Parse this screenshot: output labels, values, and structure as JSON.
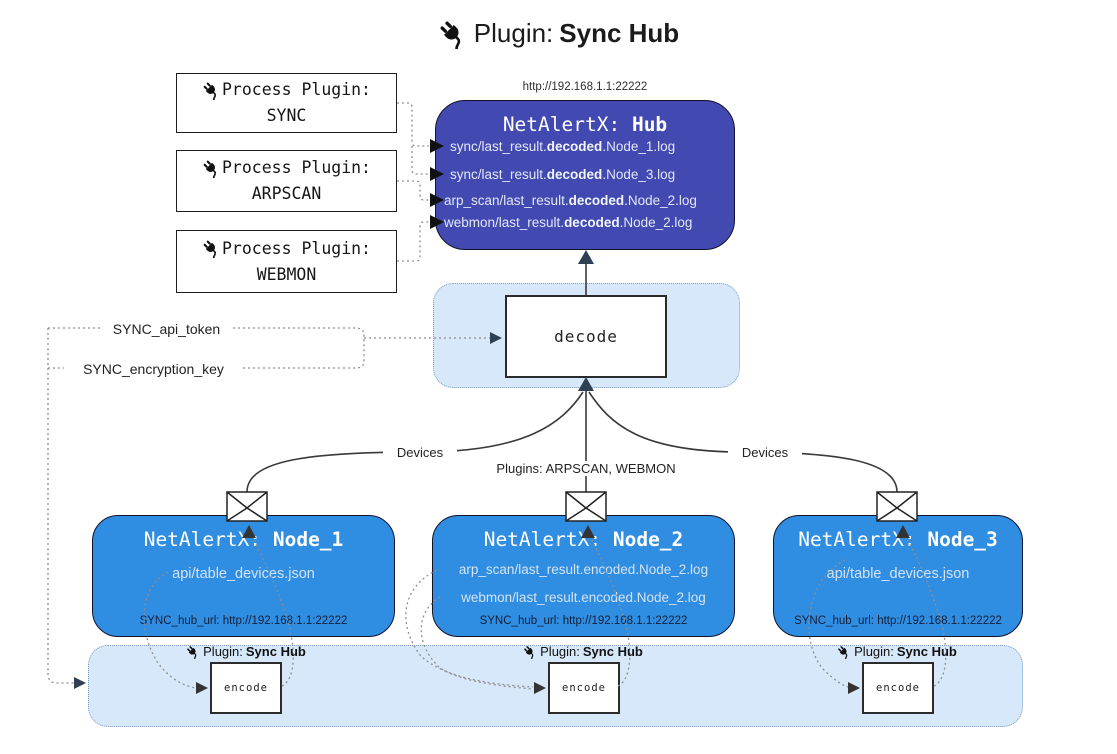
{
  "title": {
    "prefix": "Plugin: ",
    "name": "Sync Hub"
  },
  "process_plugins": [
    {
      "label": "Process Plugin:",
      "name": "SYNC"
    },
    {
      "label": "Process Plugin:",
      "name": "ARPSCAN"
    },
    {
      "label": "Process Plugin:",
      "name": "WEBMON"
    }
  ],
  "hub": {
    "url": "http://192.168.1.1:22222",
    "title_prefix": "NetAlertX: ",
    "title_name": "Hub",
    "logs": [
      {
        "pre": "sync/last_result.",
        "bold": "decoded",
        "post": ".Node_1.log"
      },
      {
        "pre": "sync/last_result.",
        "bold": "decoded",
        "post": ".Node_3.log"
      },
      {
        "pre": "arp_scan/last_result.",
        "bold": "decoded",
        "post": ".Node_2.log"
      },
      {
        "pre": "webmon/last_result.",
        "bold": "decoded",
        "post": ".Node_2.log"
      }
    ]
  },
  "decode_label": "decode",
  "keys": {
    "api_token": "SYNC_api_token",
    "encryption_key": "SYNC_encryption_key"
  },
  "edge_labels": {
    "devices_left": "Devices",
    "devices_right": "Devices",
    "plugins": "Plugins: ARPSCAN, WEBMON"
  },
  "nodes": [
    {
      "title_prefix": "NetAlertX: ",
      "title_name": "Node_1",
      "files": [
        "api/table_devices.json"
      ],
      "hub_url": "SYNC_hub_url: http://192.168.1.1:22222"
    },
    {
      "title_prefix": "NetAlertX: ",
      "title_name": "Node_2",
      "files": [
        "arp_scan/last_result.encoded.Node_2.log",
        "webmon/last_result.encoded.Node_2.log"
      ],
      "hub_url": "SYNC_hub_url: http://192.168.1.1:22222"
    },
    {
      "title_prefix": "NetAlertX: ",
      "title_name": "Node_3",
      "files": [
        "api/table_devices.json"
      ],
      "hub_url": "SYNC_hub_url: http://192.168.1.1:22222"
    }
  ],
  "encode": {
    "plugin_prefix": "Plugin: ",
    "plugin_name": "Sync Hub",
    "label": "encode"
  },
  "colors": {
    "hub_fill": "#424ab2",
    "node_fill": "#2f8de2",
    "band_fill": "#d6e8f9",
    "band_border": "#7e9cc0",
    "arrow_dark": "#2e4053",
    "solid_line": "#3a3a3a",
    "dotted_line": "#8f8f8f"
  }
}
